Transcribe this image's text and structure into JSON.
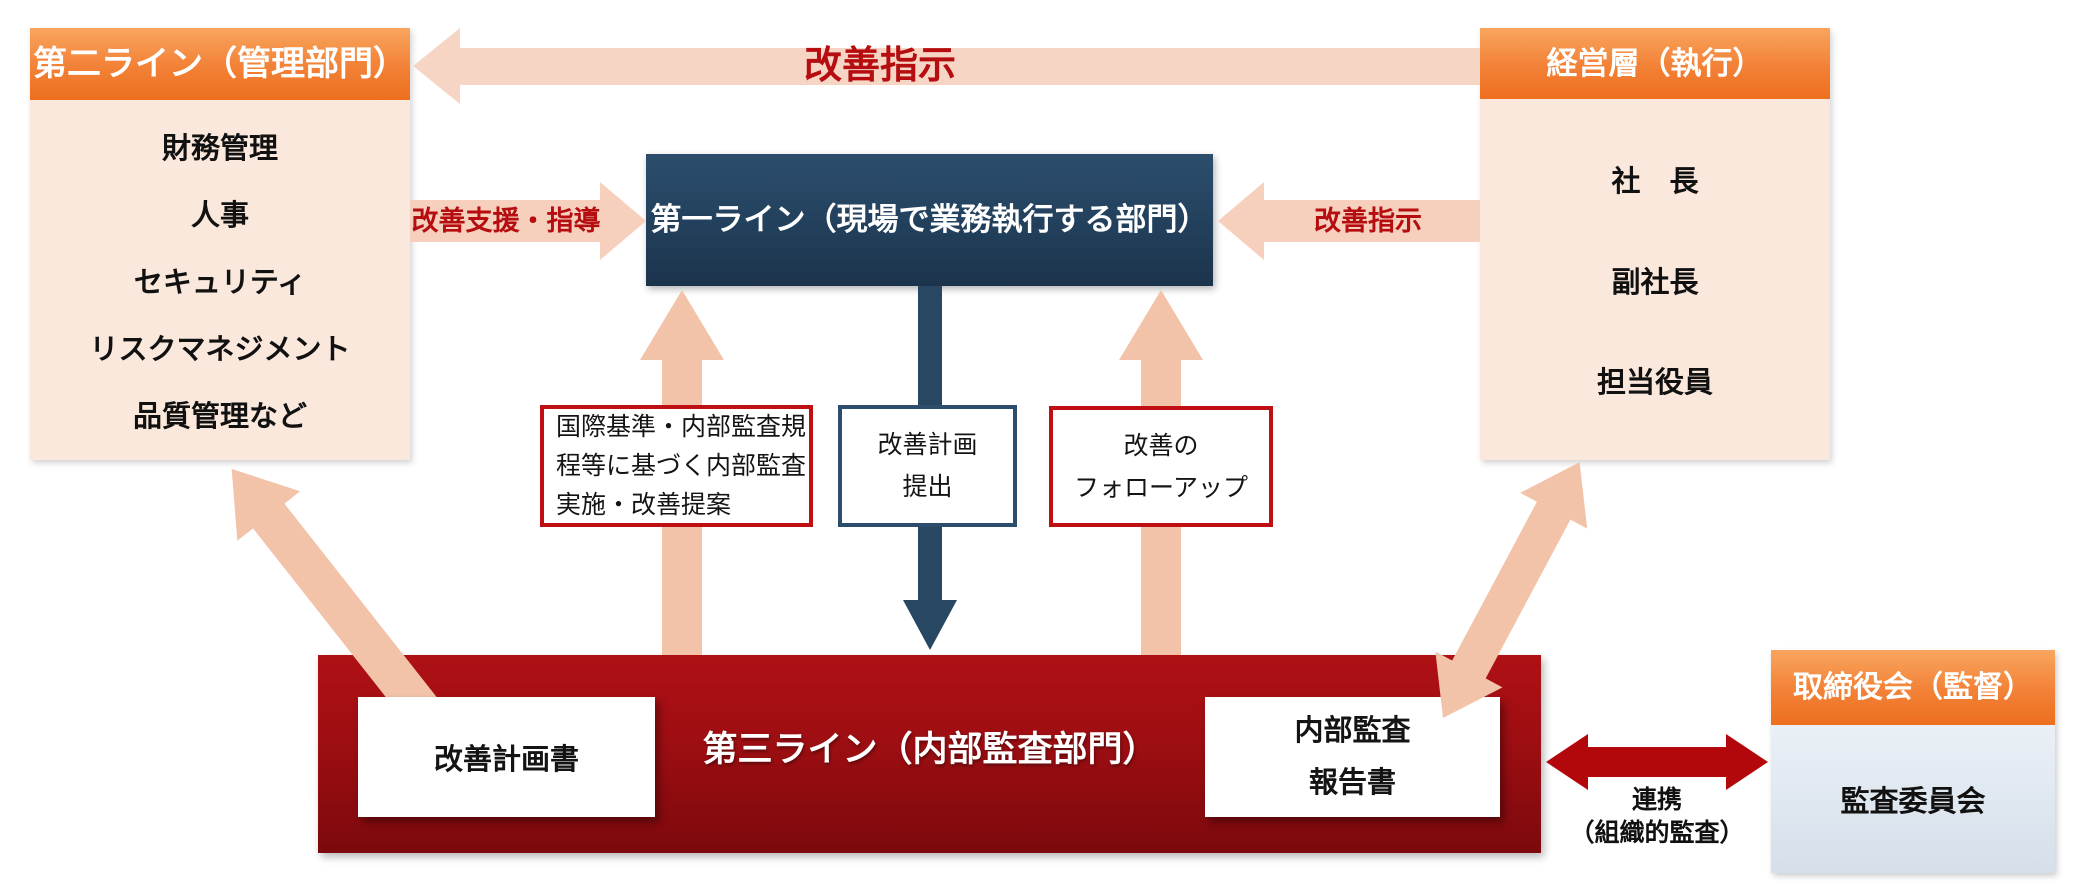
{
  "boxes": {
    "second_line": {
      "title": "第二ライン（管理部門）",
      "items": [
        "財務管理",
        "人事",
        "セキュリティ",
        "リスクマネジメント",
        "品質管理など"
      ]
    },
    "management": {
      "title": "経営層（執行）",
      "items": [
        "社　長",
        "副社長",
        "担当役員"
      ]
    },
    "first_line": {
      "title": "第一ライン（現場で業務執行する部門）"
    },
    "third_line": {
      "title": "第三ライン（内部監査部門）",
      "plan_doc": "改善計画書",
      "report_doc_lines": [
        "内部監査",
        "報告書"
      ]
    },
    "board": {
      "title": "取締役会（監督）",
      "body": "監査委員会"
    }
  },
  "tags": {
    "audit": {
      "lines": [
        "国際基準・内部監査規",
        "程等に基づく内部監査",
        "実施・改善提案"
      ]
    },
    "plan": {
      "lines": [
        "改善計画",
        "提出"
      ]
    },
    "follow": {
      "lines": [
        "改善の",
        "フォローアップ"
      ]
    }
  },
  "arrow_labels": {
    "top_instruction": "改善指示",
    "support_guidance": "改善支援・指導",
    "right_instruction": "改善指示",
    "cooperation_lines": [
      "連携",
      "（組織的監査）"
    ]
  },
  "palette": {
    "orange_header_top": "#F9A55E",
    "orange_header_bottom": "#ED6F1E",
    "peach_body": "#FBE8DC",
    "navy_box": "#22405C",
    "navy_arrow": "#274763",
    "dark_red_box": "#9D0E12",
    "dark_red_arrow": "#B2070B",
    "red_border": "#BE1013",
    "red_text": "#B50D10",
    "arrow_peach_light": "#F7D5C5",
    "arrow_peach_mid": "#F6CFBD",
    "arrow_peach_deep": "#F3C3A9",
    "board_body": "#D5DFEA"
  }
}
